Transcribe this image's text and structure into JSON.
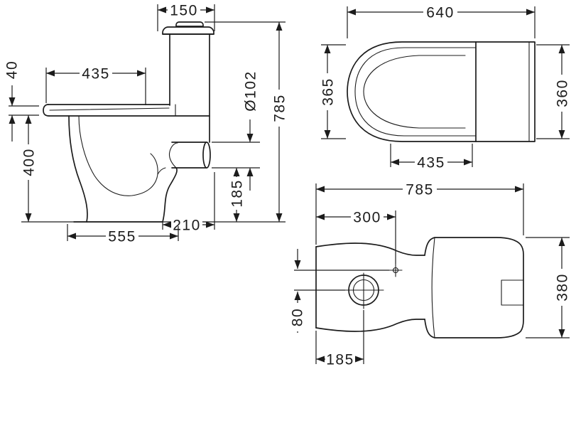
{
  "page": {
    "background": "#ffffff",
    "ink": "#1c1c1c"
  },
  "views": {
    "side": {
      "label": "side-view",
      "dims": {
        "lid_depth": "150",
        "seat_depth": "435",
        "seat_thickness": "40",
        "rim_height": "400",
        "outlet_diameter": "Ø102",
        "total_height": "785",
        "outlet_height": "185",
        "outlet_to_base": "210",
        "base_depth": "555"
      }
    },
    "top": {
      "label": "top-view",
      "dims": {
        "total_depth": "640",
        "front_width": "365",
        "cistern_width": "360",
        "seat_length": "435"
      }
    },
    "bottom": {
      "label": "connection-view",
      "dims": {
        "total_height": "785",
        "supply_height": "300",
        "cistern_depth": "380",
        "supply_offset": "80",
        "outlet_center_height": "185"
      }
    }
  }
}
